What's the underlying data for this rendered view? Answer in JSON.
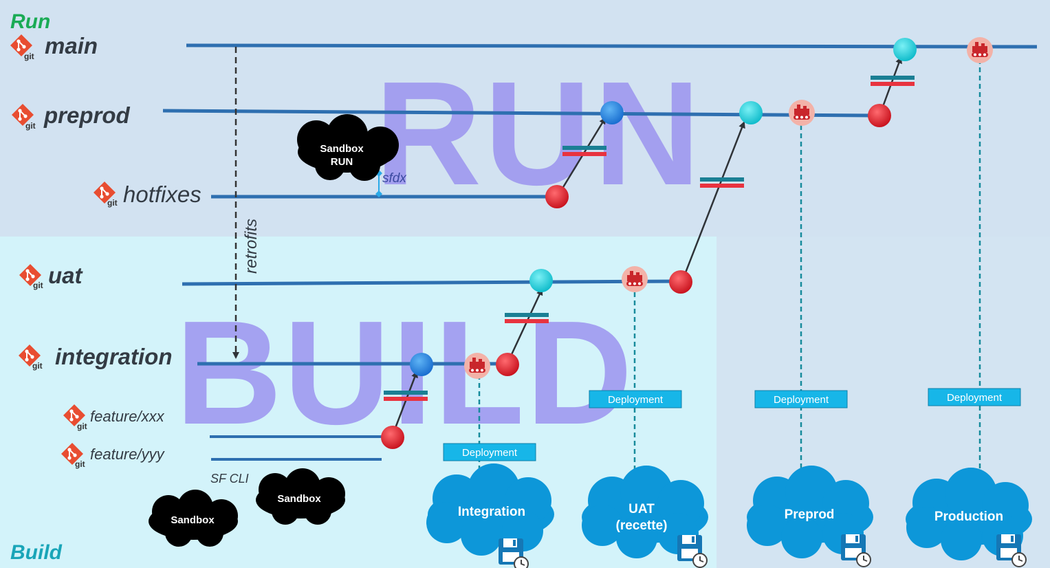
{
  "zones": {
    "run_label": "Run",
    "build_label": "Build",
    "run_watermark": "RUN",
    "build_watermark": "BUILD"
  },
  "branches": {
    "main": "main",
    "preprod": "preprod",
    "hotfixes": "hotfixes",
    "uat": "uat",
    "integration": "integration",
    "feature_xxx": "feature/xxx",
    "feature_yyy": "feature/yyy"
  },
  "git_icon_text": "git",
  "annotations": {
    "retrofits": "retrofits",
    "sfdx": "sfdx",
    "sf_cli": "SF CLI"
  },
  "sandboxes": {
    "run_line1": "Sandbox",
    "run_line2": "RUN",
    "build_a": "Sandbox",
    "build_b": "Sandbox"
  },
  "deployment_label": "Deployment",
  "environments": {
    "integration": "Integration",
    "uat_line1": "UAT",
    "uat_line2": "(recette)",
    "preprod": "Preprod",
    "production": "Production"
  },
  "icons": [
    "git-icon",
    "pipeline-robot-icon",
    "floppy-disk-clock-icon",
    "cloud-icon",
    "merge-request-icon"
  ],
  "colors": {
    "run_bg": "#d2e2f1",
    "build_bg": "#d3f3fa",
    "branch_line": "#2e6fb0",
    "watermark": "#9b93ee",
    "commit_red": "#e0333b",
    "commit_cyan": "#27d3e0",
    "commit_blue": "#2a8ae6",
    "deploy_box": "#17b6e8",
    "cloud": "#0d97d9",
    "run_title": "#1aab55",
    "build_title": "#19a5b8"
  }
}
